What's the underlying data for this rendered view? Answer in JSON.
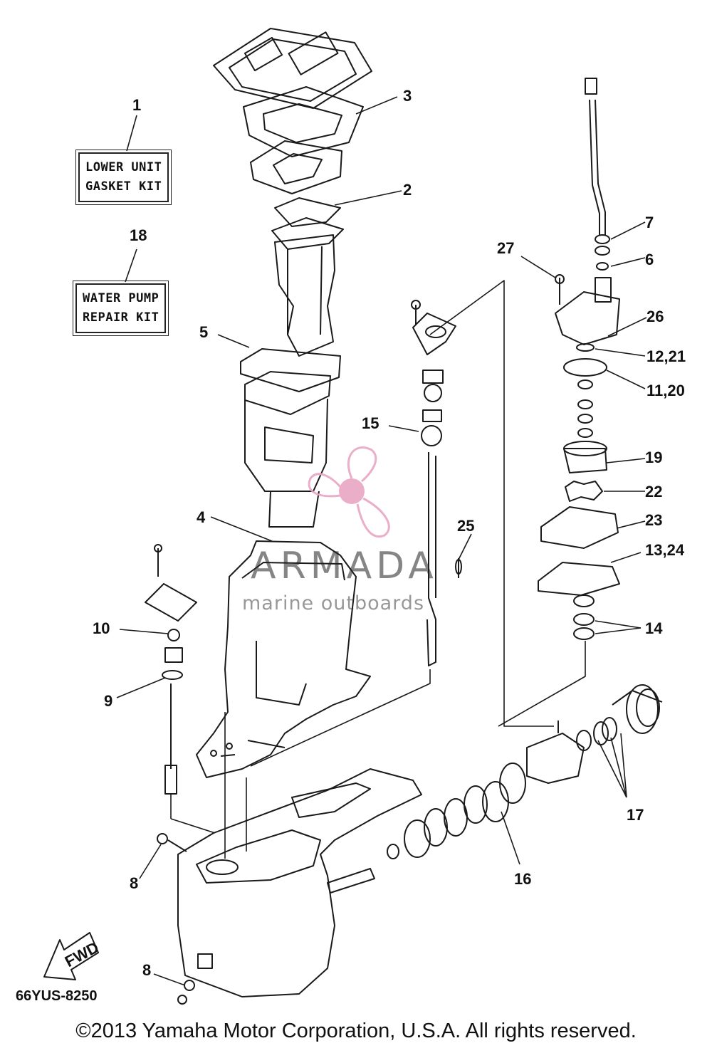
{
  "kits": {
    "gasket_line1": "LOWER UNIT",
    "gasket_line2": "GASKET KIT",
    "pump_line1": "WATER PUMP",
    "pump_line2": "REPAIR KIT"
  },
  "callouts": {
    "c1": "1",
    "c2": "2",
    "c3": "3",
    "c4": "4",
    "c5": "5",
    "c6": "6",
    "c7": "7",
    "c8a": "8",
    "c8b": "8",
    "c9": "9",
    "c10": "10",
    "c11_20": "11,20",
    "c12_21": "12,21",
    "c13_24": "13,24",
    "c14": "14",
    "c15": "15",
    "c16": "16",
    "c17": "17",
    "c18": "18",
    "c19": "19",
    "c22": "22",
    "c23": "23",
    "c25": "25",
    "c26": "26",
    "c27": "27"
  },
  "fwd_label": "FWD",
  "diagram_code": "66YUS-8250",
  "watermark": {
    "brand": "ARMADA",
    "tagline": "marine outboards",
    "accent": "#e8a6c4"
  },
  "copyright": "©2013 Yamaha Motor Corporation, U.S.A. All rights reserved."
}
